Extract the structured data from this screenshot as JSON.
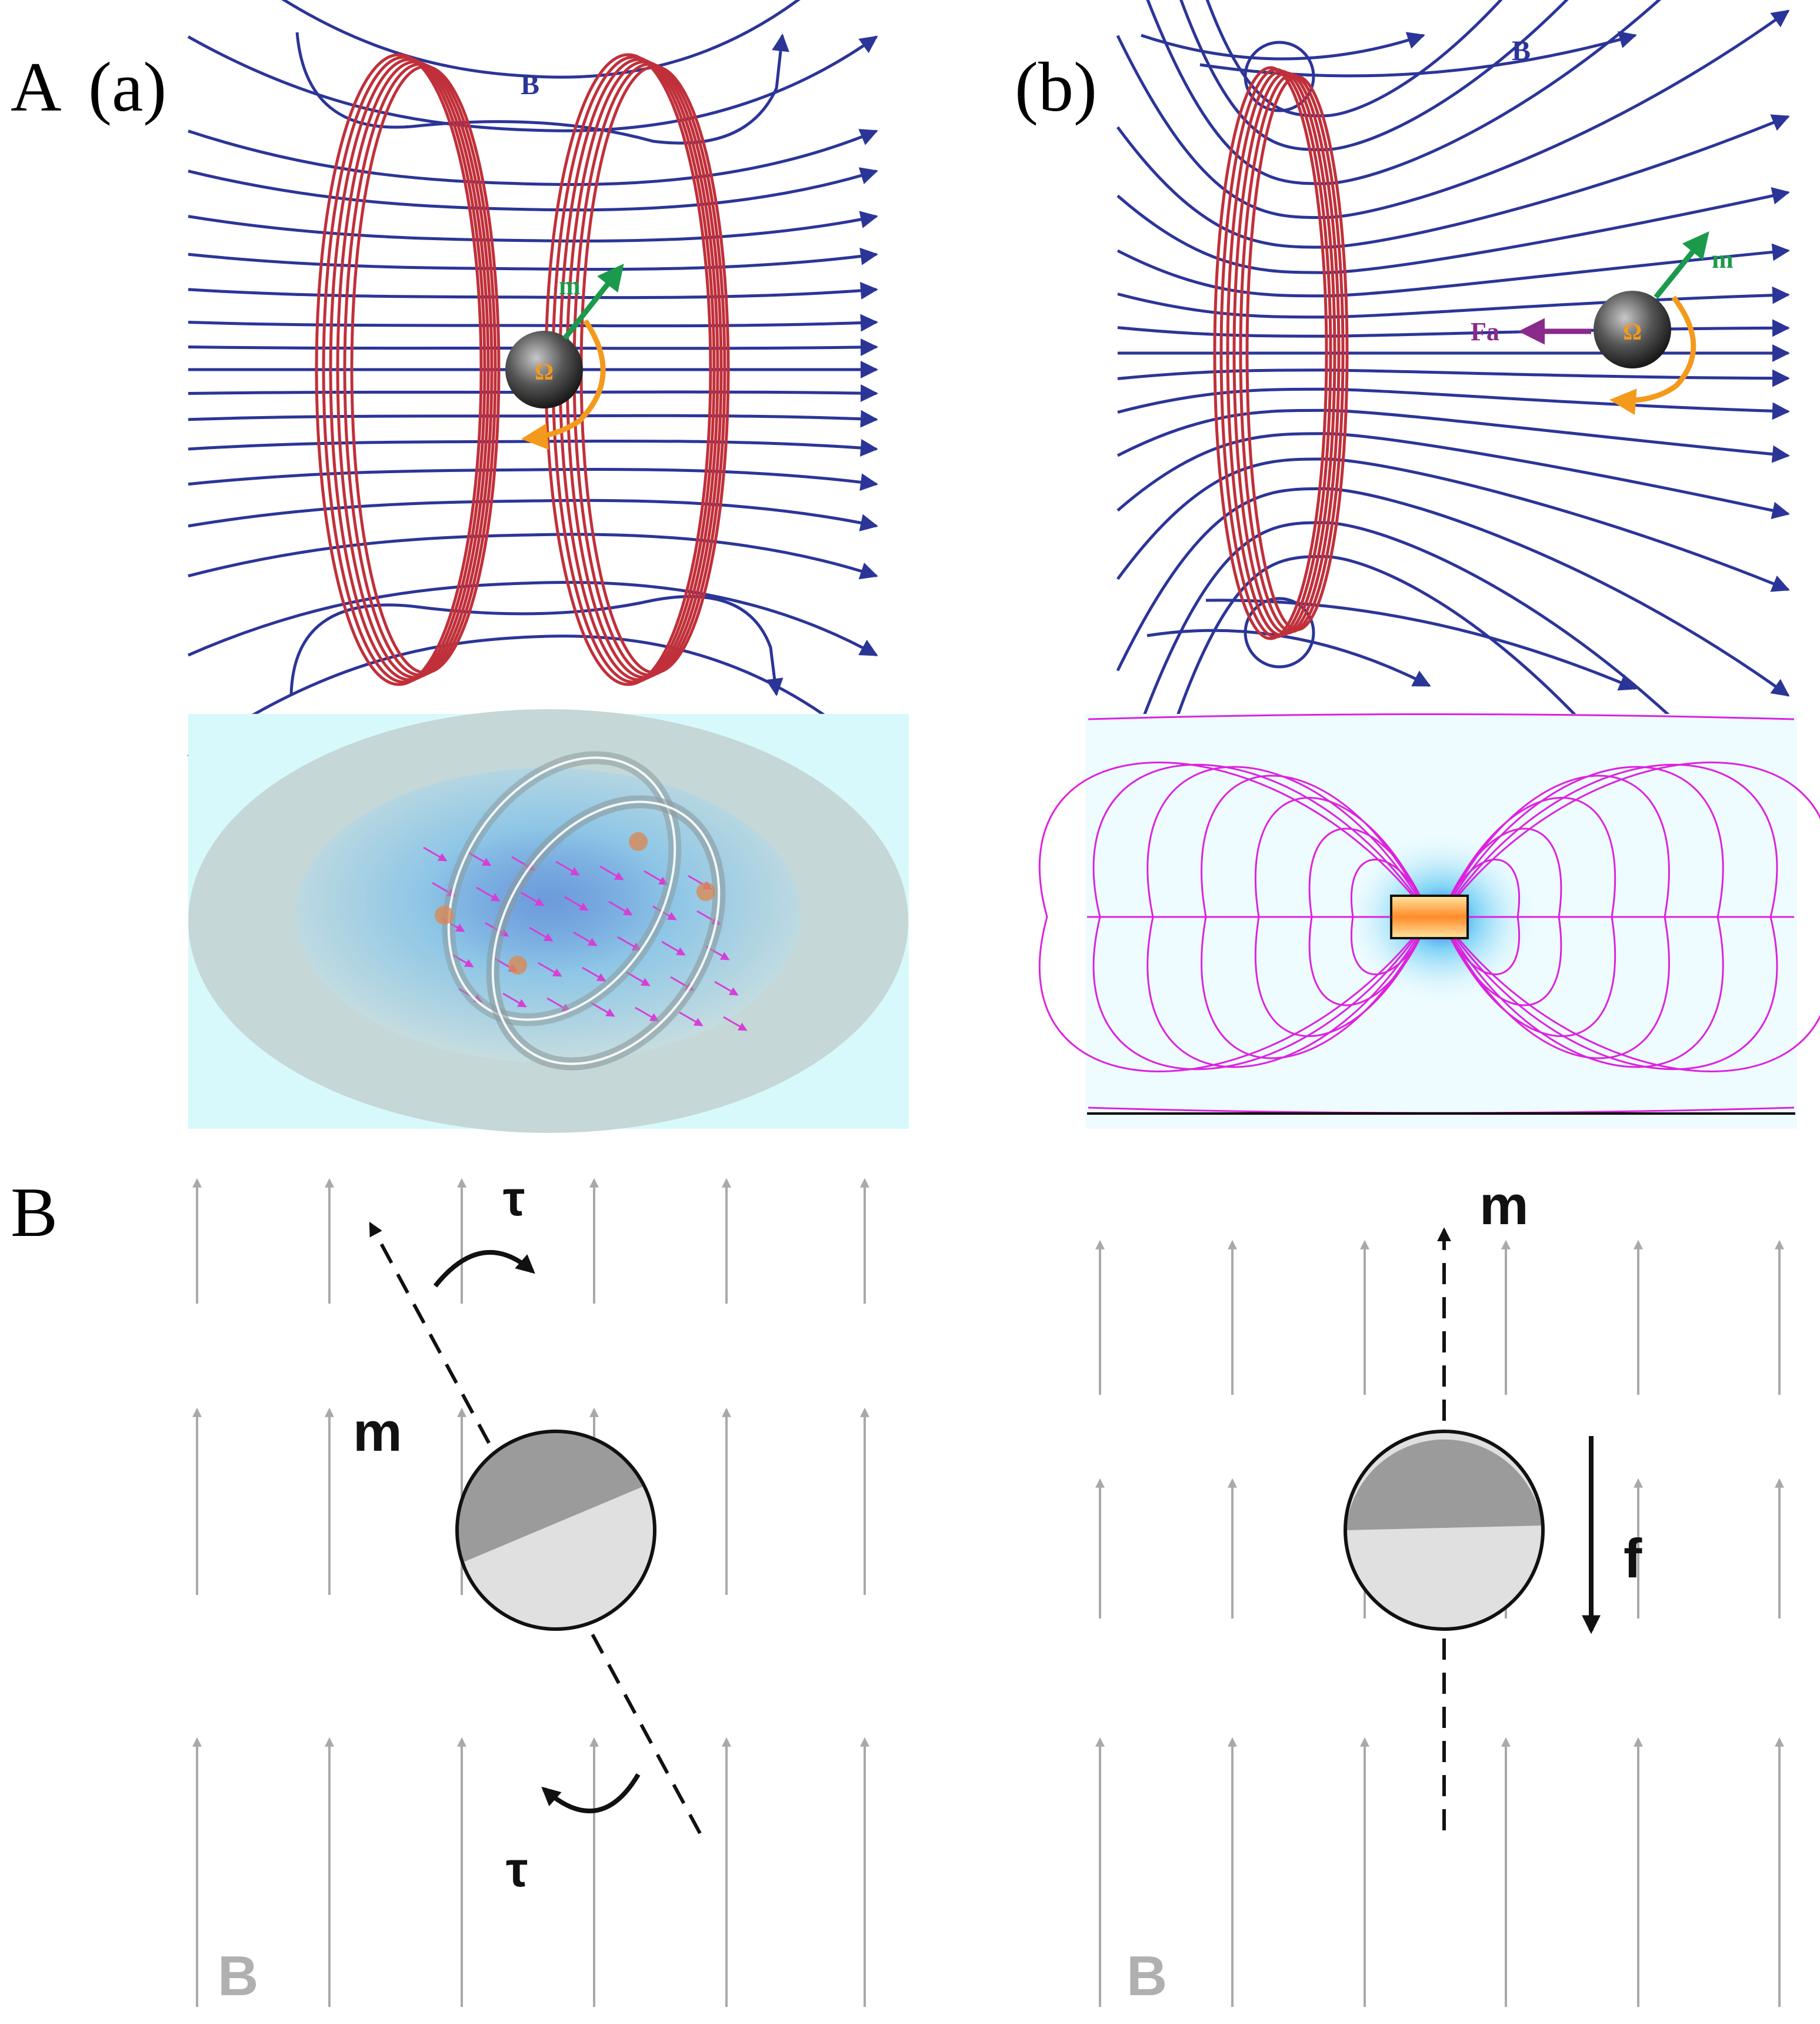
{
  "labels": {
    "panel_A": "A",
    "panel_a": "(a)",
    "panel_b": "(b)",
    "panel_B": "B",
    "field_a": "B",
    "field_b": "B",
    "moment_a": "m",
    "moment_b": "m",
    "omega_a": "Ω",
    "omega_b": "Ω",
    "force_b": "Fa",
    "bl_moment": "m",
    "bl_torque_top": "τ",
    "bl_torque_bottom": "τ",
    "bl_field": "B",
    "br_moment": "m",
    "br_force": "f",
    "br_field": "B"
  },
  "colors": {
    "field_line": "#2b3598",
    "coil": "#c0303a",
    "moment": "#1a9a4a",
    "rotation": "#f39a1c",
    "force": "#8a2a8a",
    "sim_arrow": "#d63fd6",
    "sim_contour": "#dd22dd",
    "grey_arrow": "#a9a9a9",
    "grey_text": "#b0b0b0"
  }
}
